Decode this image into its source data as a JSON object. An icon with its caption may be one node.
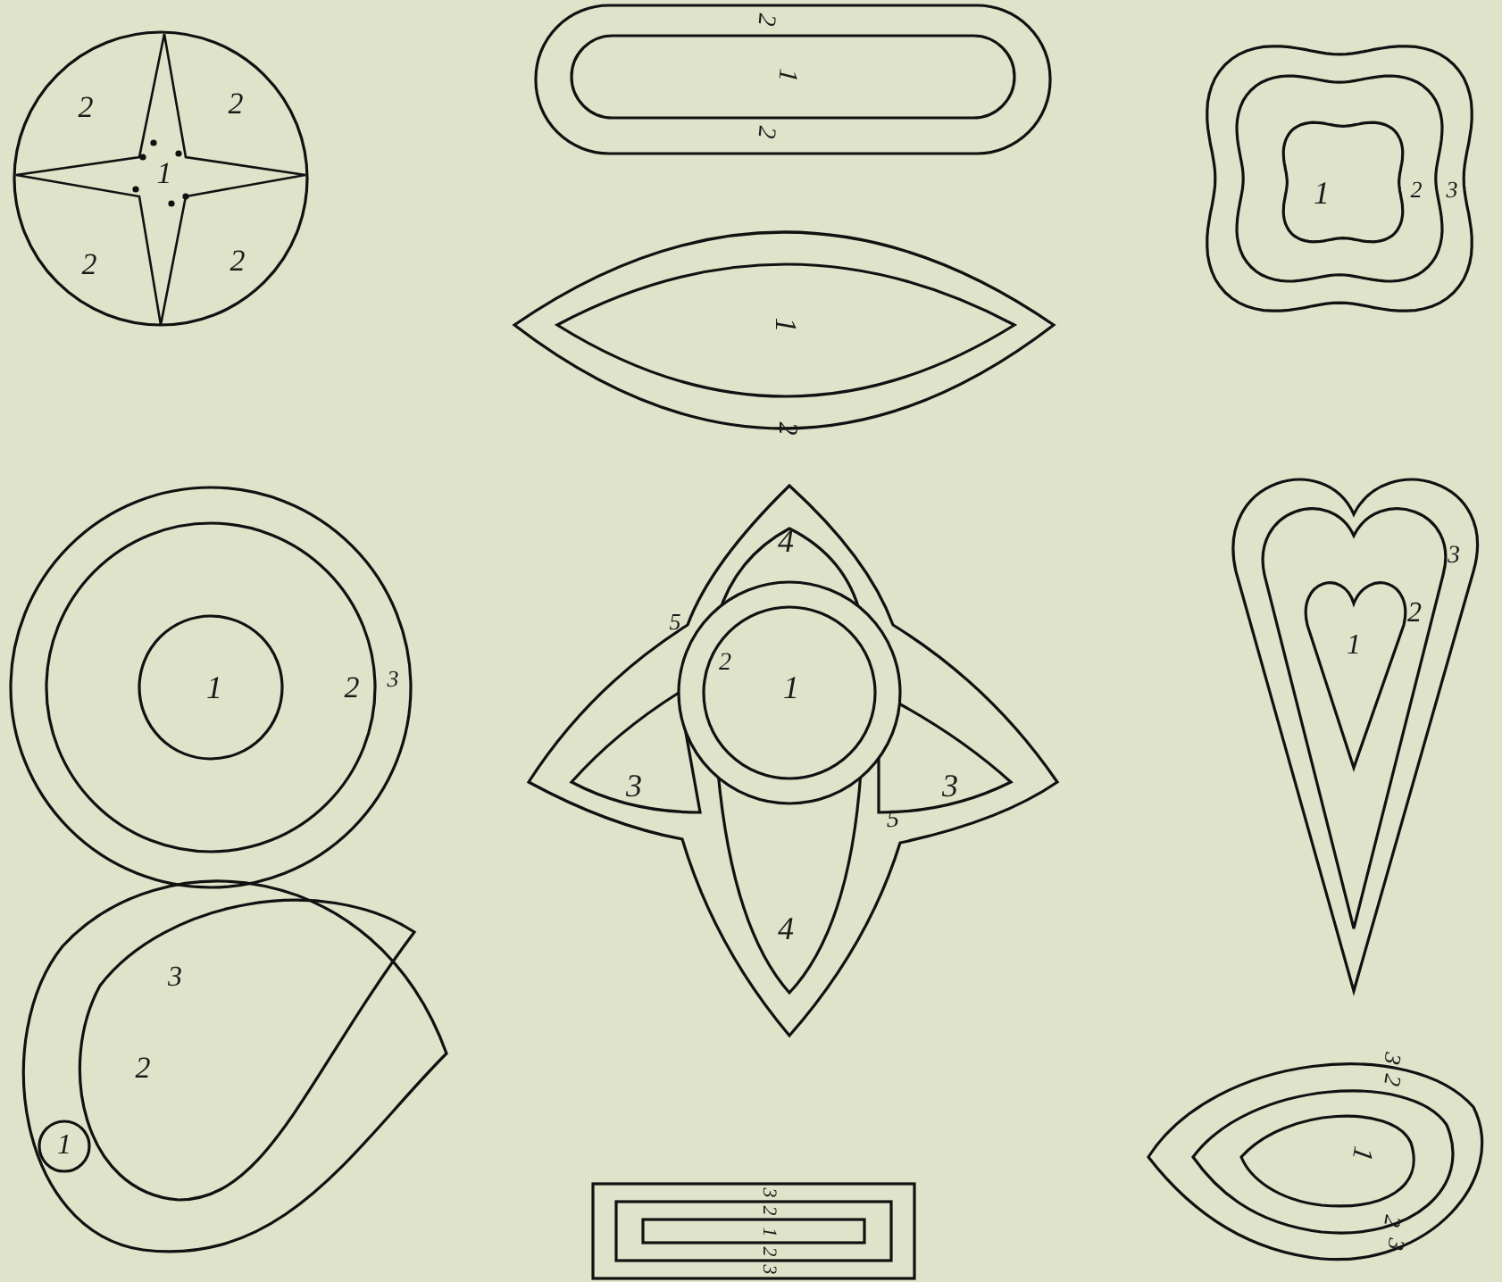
{
  "diagram": {
    "nodes": [
      {
        "text": [
          "2",
          "2",
          "1",
          "2",
          "2"
        ]
      },
      {
        "text": [
          "2",
          "1",
          "2"
        ]
      },
      {
        "text": [
          "1",
          "2",
          "3"
        ]
      },
      {
        "text": [
          "1",
          "2"
        ]
      },
      {
        "text": [
          "1",
          "2",
          "3"
        ]
      },
      {
        "text": [
          "4",
          "5",
          "2",
          "3",
          "1",
          "3",
          "5",
          "4"
        ]
      },
      {
        "text": [
          "3",
          "2",
          "1"
        ]
      },
      {
        "text": [
          "3",
          "2",
          "1"
        ]
      },
      {
        "text": [
          "3",
          "2",
          "1",
          "2",
          "3"
        ]
      },
      {
        "text": [
          "3",
          "2",
          "1",
          "2",
          "3"
        ]
      }
    ]
  }
}
